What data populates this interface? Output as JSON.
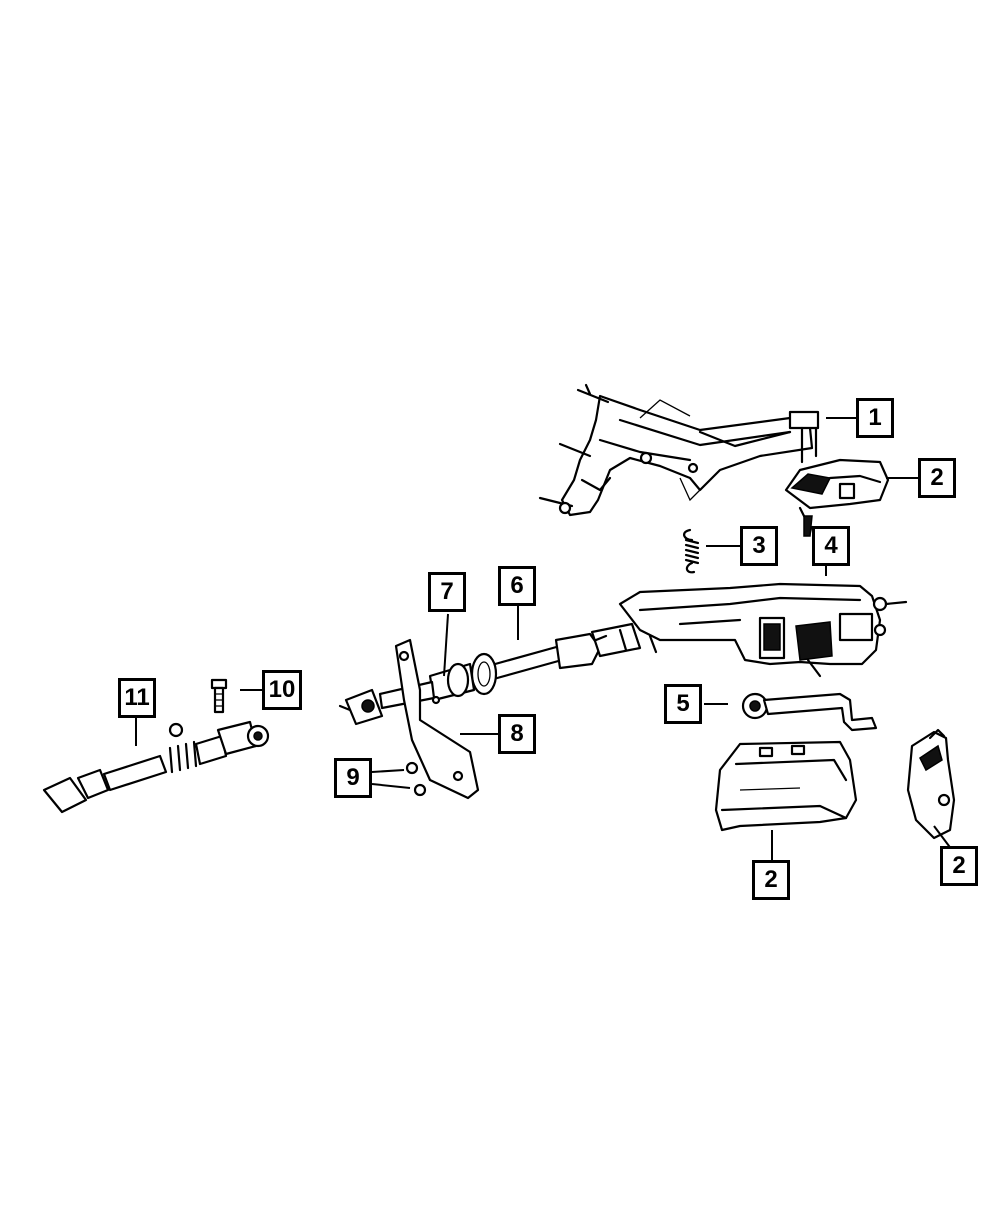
{
  "diagram": {
    "callouts": [
      {
        "id": "c1",
        "label": "1"
      },
      {
        "id": "c2a",
        "label": "2"
      },
      {
        "id": "c3",
        "label": "3"
      },
      {
        "id": "c4",
        "label": "4"
      },
      {
        "id": "c6",
        "label": "6"
      },
      {
        "id": "c7",
        "label": "7"
      },
      {
        "id": "c10",
        "label": "10"
      },
      {
        "id": "c11",
        "label": "11"
      },
      {
        "id": "c5",
        "label": "5"
      },
      {
        "id": "c8",
        "label": "8"
      },
      {
        "id": "c9",
        "label": "9"
      },
      {
        "id": "c2b",
        "label": "2"
      },
      {
        "id": "c2c",
        "label": "2"
      }
    ]
  }
}
